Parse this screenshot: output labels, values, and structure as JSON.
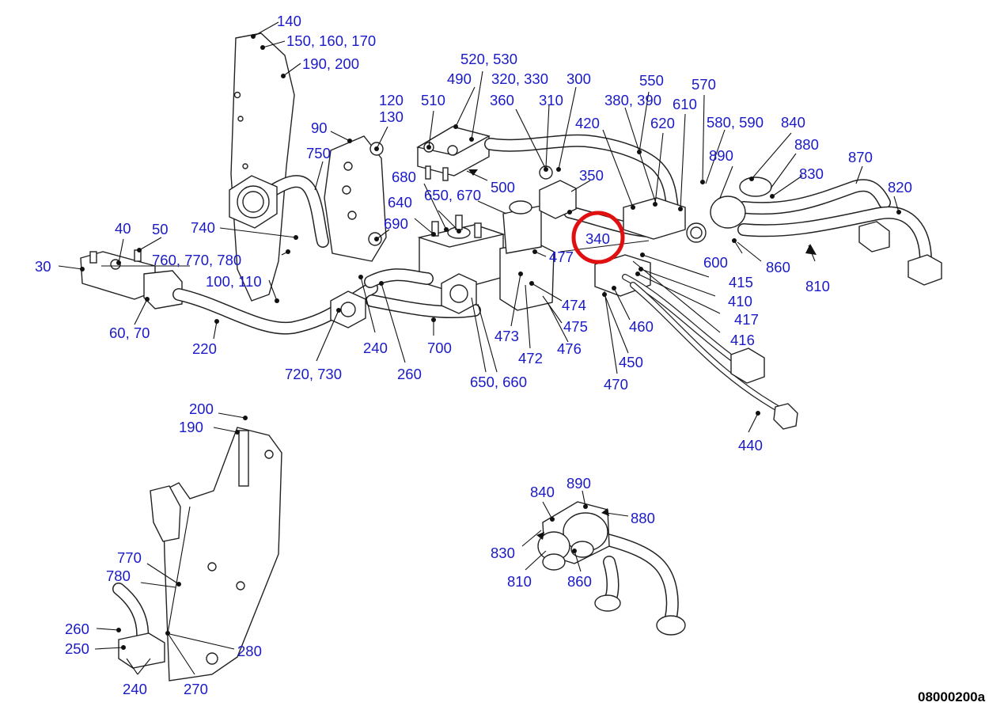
{
  "reference_code": "08000200a",
  "highlight": {
    "label": "340",
    "color": "#e01010"
  },
  "callouts": [
    "140",
    "150, 160, 170",
    "190, 200",
    "520, 530",
    "490",
    "320, 330",
    "300",
    "550",
    "570",
    "120",
    "130",
    "510",
    "360",
    "310",
    "380, 390",
    "610",
    "420",
    "620",
    "580, 590",
    "840",
    "90",
    "880",
    "870",
    "890",
    "750",
    "830",
    "820",
    "350",
    "500",
    "680",
    "650, 670",
    "640",
    "690",
    "40",
    "50",
    "740",
    "340",
    "477",
    "600",
    "30",
    "760, 770, 780",
    "860",
    "415",
    "810",
    "100, 110",
    "410",
    "474",
    "417",
    "60, 70",
    "475",
    "460",
    "473",
    "416",
    "220",
    "240",
    "700",
    "472",
    "476",
    "450",
    "720, 730",
    "260",
    "650, 660",
    "470",
    "200",
    "190",
    "440",
    "890",
    "840",
    "880",
    "770",
    "830",
    "780",
    "810",
    "860",
    "260",
    "280",
    "250",
    "240",
    "270"
  ]
}
